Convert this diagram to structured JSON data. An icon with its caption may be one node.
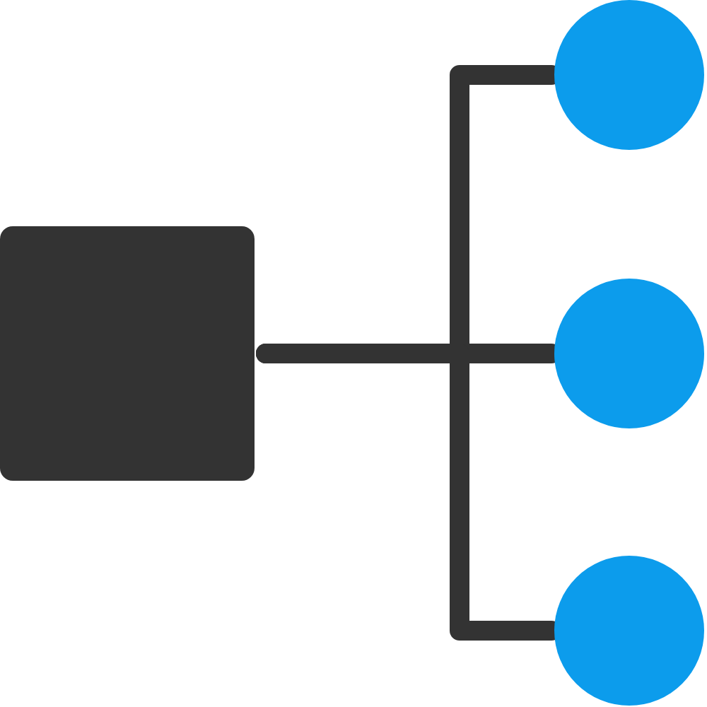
{
  "diagram": {
    "nodes": [
      {
        "text": [],
        "shape": "box"
      },
      {
        "text": [],
        "shape": "circle"
      },
      {
        "text": [],
        "shape": "circle"
      },
      {
        "text": [],
        "shape": "circle"
      }
    ],
    "edges": [
      {
        "from": 0,
        "to": 1,
        "arrow": "none"
      },
      {
        "from": 0,
        "to": 2,
        "arrow": "none"
      },
      {
        "from": 0,
        "to": 3,
        "arrow": "none"
      }
    ]
  }
}
